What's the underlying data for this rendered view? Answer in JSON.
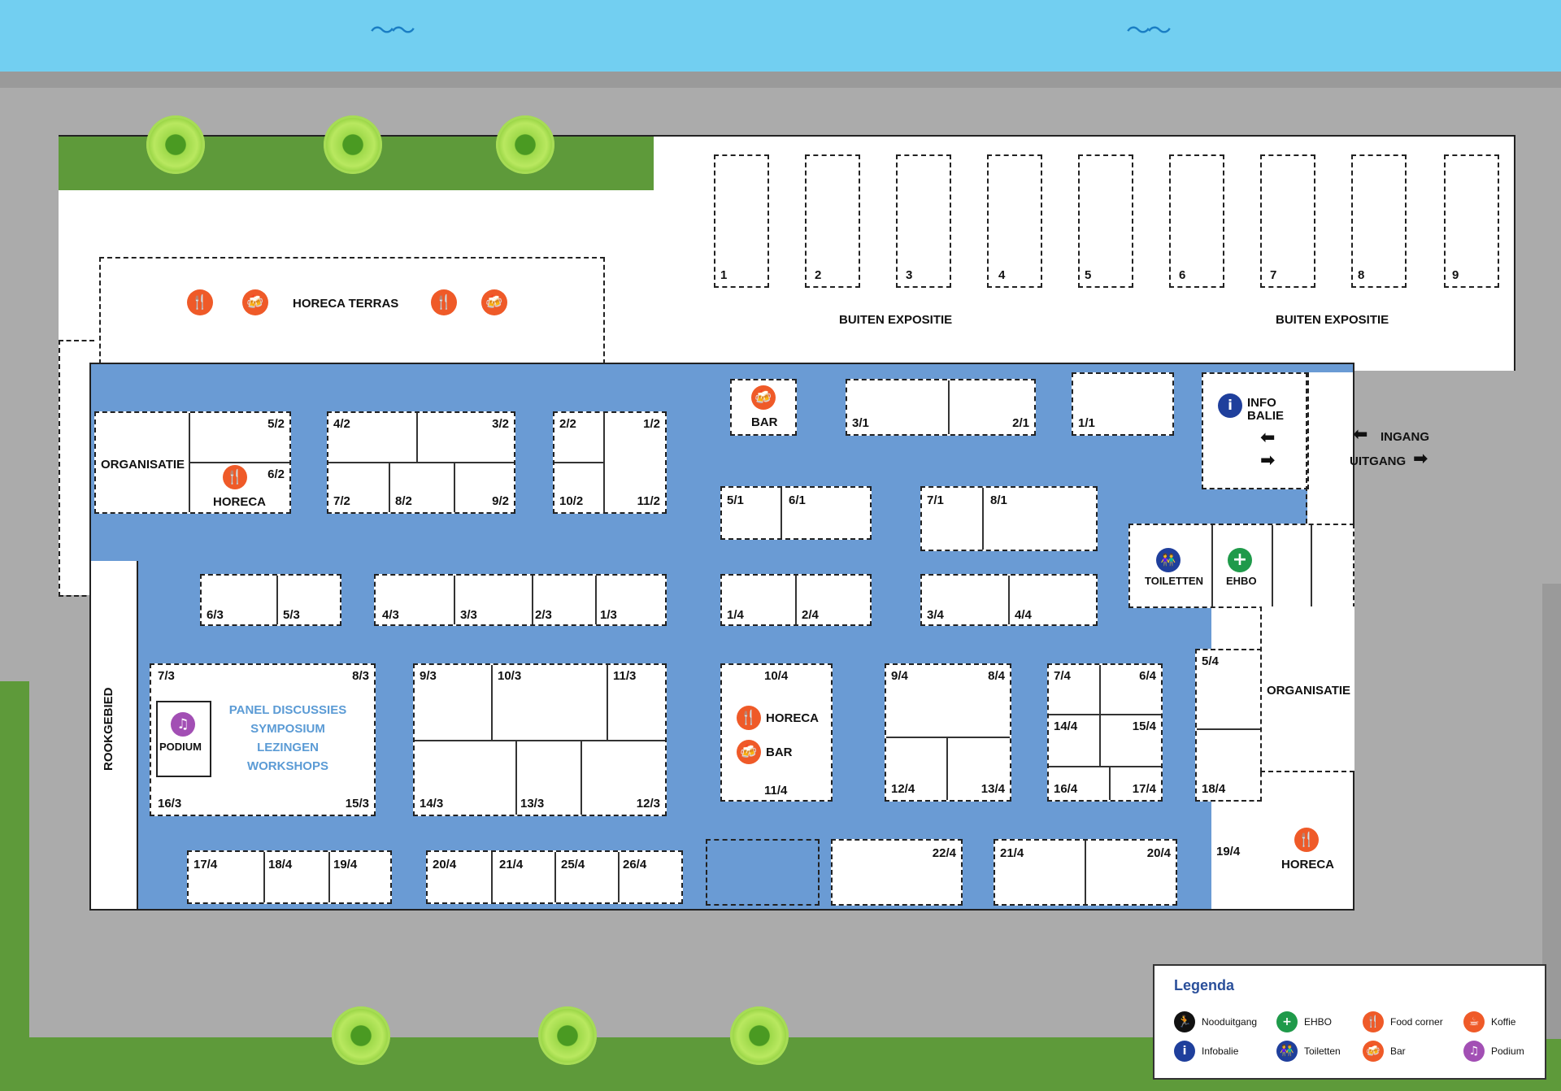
{
  "booths": {
    "exp": [
      "1",
      "2",
      "3",
      "4",
      "5",
      "6",
      "7",
      "8",
      "9"
    ],
    "r1": [
      "5/2",
      "6/2",
      "4/2",
      "3/2",
      "7/2",
      "8/2",
      "9/2",
      "2/2",
      "1/2",
      "10/2",
      "11/2",
      "3/1",
      "2/1",
      "1/1"
    ],
    "r2": [
      "5/1",
      "6/1",
      "7/1",
      "8/1"
    ],
    "r3": [
      "6/3",
      "5/3",
      "4/3",
      "3/3",
      "2/3",
      "1/3",
      "1/4",
      "2/4",
      "3/4",
      "4/4"
    ],
    "r4": [
      "7/3",
      "8/3",
      "16/3",
      "15/3",
      "9/3",
      "10/3",
      "11/3",
      "14/3",
      "13/3",
      "12/3",
      "10/4",
      "11/4",
      "9/4",
      "8/4",
      "12/4",
      "13/4",
      "7/4",
      "6/4",
      "14/4",
      "15/4",
      "16/4",
      "17/4",
      "5/4",
      "18/4"
    ],
    "r5": [
      "17/4",
      "18/4",
      "19/4",
      "20/4",
      "21/4",
      "25/4",
      "26/4",
      "22/4",
      "21/4",
      "20/4",
      "19/4"
    ]
  },
  "areas": {
    "horeca_terras": "HORECA TERRAS",
    "buiten_expositie_1": "BUITEN EXPOSITIE",
    "buiten_expositie_2": "BUITEN EXPOSITIE",
    "organisatie_left": "ORGANISATIE",
    "organisatie_right": "ORGANISATIE",
    "horeca_1": "HORECA",
    "horeca_2": "HORECA",
    "horeca_3": "HORECA",
    "bar_1": "BAR",
    "bar_2": "BAR",
    "info_balie_1": "INFO",
    "info_balie_2": "BALIE",
    "ingang": "INGANG",
    "uitgang": "UITGANG",
    "toiletten": "TOILETTEN",
    "ehbo": "EHBO",
    "rookgebied": "ROOKGEBIED",
    "podium": "PODIUM",
    "panel": [
      "PANEL DISCUSSIES",
      "SYMPOSIUM",
      "LEZINGEN",
      "WORKSHOPS"
    ]
  },
  "legend": {
    "title": "Legenda",
    "items": [
      "Nooduitgang",
      "EHBO",
      "Food corner",
      "Koffie",
      "Infobalie",
      "Toiletten",
      "Bar",
      "Podium"
    ]
  },
  "icons": {
    "food": "food-corner-icon",
    "bar": "bar-icon",
    "info": "infobalie-icon",
    "toilet": "toiletten-icon",
    "ehbo": "ehbo-icon",
    "podium": "podium-icon",
    "koffie": "koffie-icon",
    "exit": "nooduitgang-icon"
  },
  "colors": {
    "water": "#72cff1",
    "grass": "#5e9a3a",
    "hall_aisles": "#6a9bd4",
    "orange": "#ef5a28",
    "navy": "#1f3f9c",
    "green": "#1f9a4a",
    "purple": "#a24fb4"
  }
}
